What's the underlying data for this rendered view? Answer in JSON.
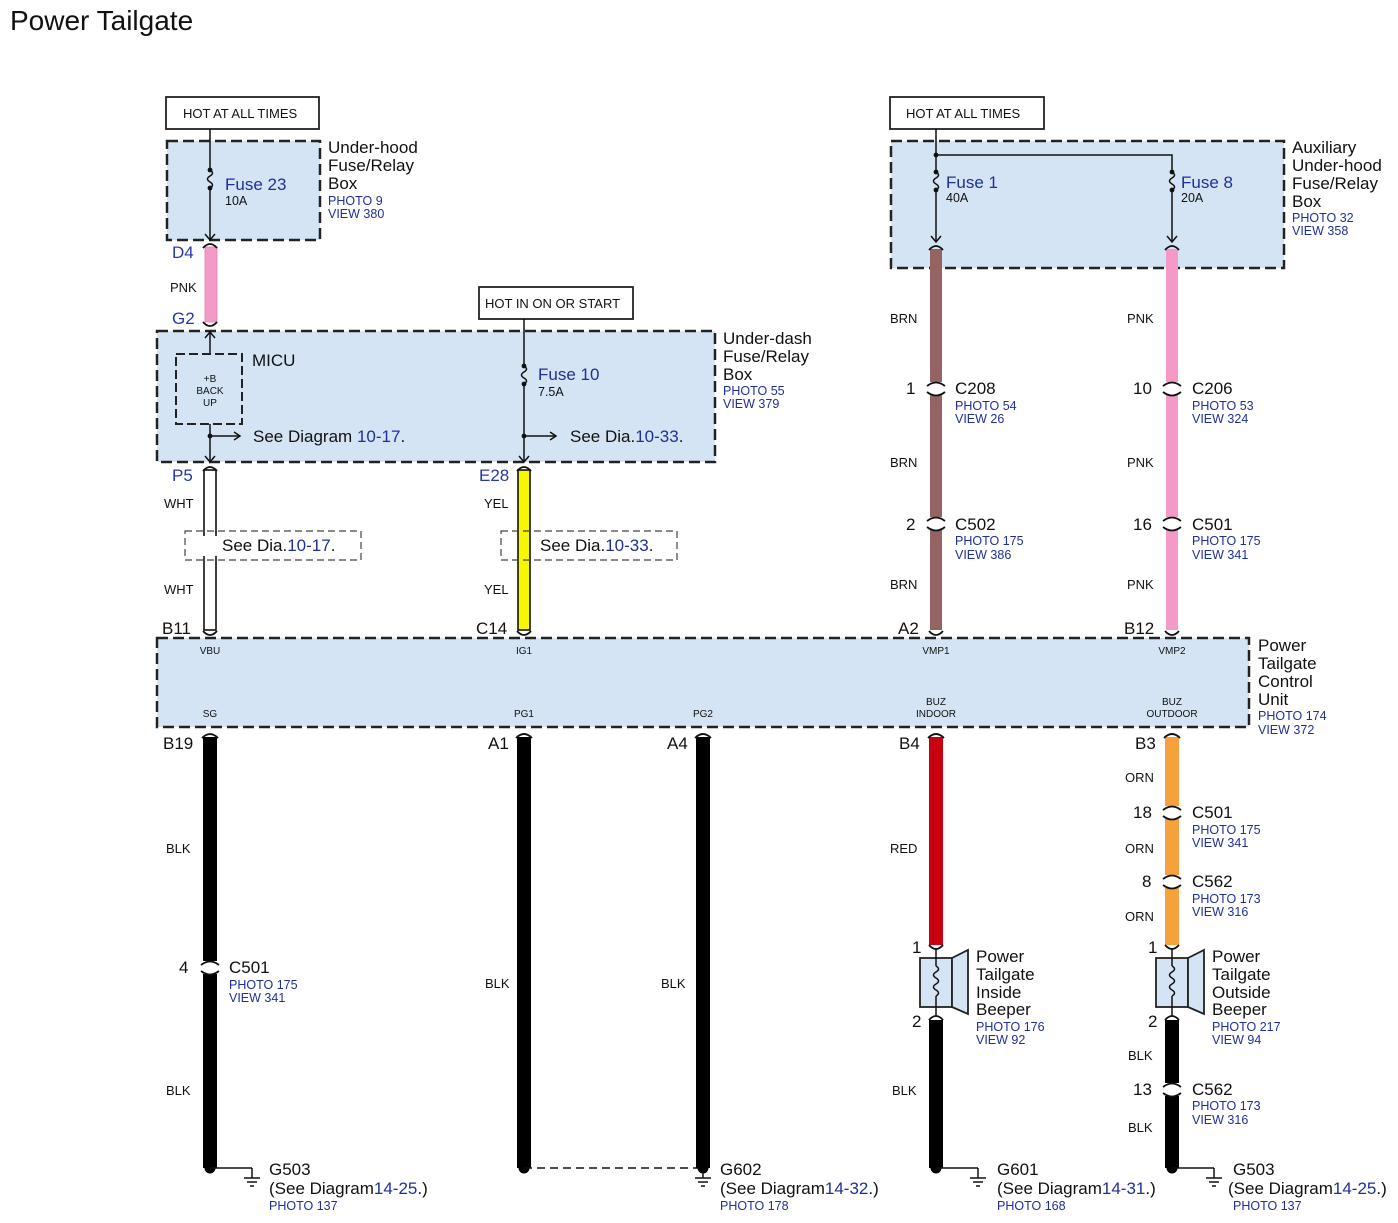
{
  "title": "Power Tailgate",
  "hot_labels": {
    "left": "HOT AT ALL TIMES",
    "right": "HOT AT ALL TIMES",
    "mid": "HOT IN ON OR START"
  },
  "underhood_box": {
    "name_lines": [
      "Under-hood",
      "Fuse/Relay",
      "Box"
    ],
    "photo": "PHOTO 9",
    "view": "VIEW 380",
    "fuse_name": "Fuse 23",
    "fuse_rating": "10A",
    "out_pin": "D4"
  },
  "aux_box": {
    "name_lines": [
      "Auxiliary",
      "Under-hood",
      "Fuse/Relay",
      "Box"
    ],
    "photo": "PHOTO 32",
    "view": "VIEW 358",
    "fuse1_name": "Fuse 1",
    "fuse1_rating": "40A",
    "fuse8_name": "Fuse 8",
    "fuse8_rating": "20A"
  },
  "underdash_box": {
    "name_lines": [
      "Under-dash",
      "Fuse/Relay",
      "Box"
    ],
    "photo": "PHOTO 55",
    "view": "VIEW 379",
    "micu_label": "MICU",
    "backup_lines": [
      "+B",
      "BACK",
      "UP"
    ],
    "fuse_name": "Fuse 10",
    "fuse_rating": "7.5A",
    "in_pin": "G2",
    "out_pin_left": "P5",
    "out_pin_mid": "E28",
    "see1_prefix": "See Diagram",
    "see1_ref": "10-17",
    "see2_prefix": "See Dia.",
    "see2_ref": "10-33",
    "period": "."
  },
  "wires": {
    "pnk_top": "PNK",
    "wht_1": "WHT",
    "wht_2": "WHT",
    "yel_1": "YEL",
    "yel_2": "YEL",
    "brn_1": "BRN",
    "brn_2": "BRN",
    "brn_3": "BRN",
    "pnk_1": "PNK",
    "pnk_2": "PNK",
    "pnk_3": "PNK",
    "blk_sg_1": "BLK",
    "blk_sg_2": "BLK",
    "blk_pg1": "BLK",
    "blk_pg2": "BLK",
    "red": "RED",
    "blk_in": "BLK",
    "orn_1": "ORN",
    "orn_2": "ORN",
    "orn_3": "ORN",
    "blk_out_1": "BLK",
    "blk_out_2": "BLK"
  },
  "see_boxes": {
    "wht_prefix": "See Dia.",
    "wht_ref": "10-17",
    "yel_prefix": "See Dia.",
    "yel_ref": "10-33",
    "period": "."
  },
  "connectors": {
    "c208": {
      "pin": "1",
      "name": "C208",
      "photo": "PHOTO 54",
      "view": "VIEW 26"
    },
    "c206": {
      "pin": "10",
      "name": "C206",
      "photo": "PHOTO 53",
      "view": "VIEW 324"
    },
    "c502": {
      "pin": "2",
      "name": "C502",
      "photo": "PHOTO 175",
      "view": "VIEW 386"
    },
    "c501_top": {
      "pin": "16",
      "name": "C501",
      "photo": "PHOTO 175",
      "view": "VIEW 341"
    },
    "c501_sg": {
      "pin": "4",
      "name": "C501",
      "photo": "PHOTO 175",
      "view": "VIEW 341"
    },
    "c501_orn": {
      "pin": "18",
      "name": "C501",
      "photo": "PHOTO 175",
      "view": "VIEW 341"
    },
    "c562_orn": {
      "pin": "8",
      "name": "C562",
      "photo": "PHOTO 173",
      "view": "VIEW 316"
    },
    "c562_blk": {
      "pin": "13",
      "name": "C562",
      "photo": "PHOTO 173",
      "view": "VIEW 316"
    }
  },
  "ptcu": {
    "name_lines": [
      "Power",
      "Tailgate",
      "Control",
      "Unit"
    ],
    "photo": "PHOTO 174",
    "view": "VIEW 372",
    "top_pins": [
      {
        "pin": "B11",
        "terminal": "VBU"
      },
      {
        "pin": "C14",
        "terminal": "IG1"
      },
      {
        "pin": "A2",
        "terminal": "VMP1"
      },
      {
        "pin": "B12",
        "terminal": "VMP2"
      }
    ],
    "bottom_pins": [
      {
        "pin": "B19",
        "terminal": "SG"
      },
      {
        "pin": "A1",
        "terminal": "PG1"
      },
      {
        "pin": "A4",
        "terminal": "PG2"
      },
      {
        "pin": "B4",
        "terminal": "BUZ",
        "terminal2": "INDOOR"
      },
      {
        "pin": "B3",
        "terminal": "BUZ",
        "terminal2": "OUTDOOR"
      }
    ]
  },
  "beepers": {
    "inside": {
      "name_lines": [
        "Power",
        "Tailgate",
        "Inside",
        "Beeper"
      ],
      "photo": "PHOTO 176",
      "view": "VIEW 92",
      "pin_top": "1",
      "pin_bottom": "2"
    },
    "outside": {
      "name_lines": [
        "Power",
        "Tailgate",
        "Outside",
        "Beeper"
      ],
      "photo": "PHOTO 217",
      "view": "VIEW 94",
      "pin_top": "1",
      "pin_bottom": "2"
    }
  },
  "grounds": {
    "g503_left": {
      "name": "G503",
      "see_prefix": "(See Diagram",
      "ref": "14-25",
      "suffix": ".)",
      "photo": "PHOTO 137"
    },
    "g602": {
      "name": "G602",
      "see_prefix": "(See Diagram",
      "ref": "14-32",
      "suffix": ".)",
      "photo": "PHOTO 178"
    },
    "g601": {
      "name": "G601",
      "see_prefix": "(See Diagram",
      "ref": "14-31",
      "suffix": ".)",
      "photo": "PHOTO 168"
    },
    "g503_right": {
      "name": "G503",
      "see_prefix": "(See Diagram",
      "ref": "14-25",
      "suffix": ".)",
      "photo": "PHOTO 137"
    }
  },
  "colors": {
    "pnk": "#f49ac6",
    "brn": "#946464",
    "yel": "#f7f700",
    "red": "#c8000f",
    "orn": "#f5a23c",
    "blk": "#000000",
    "box_fill": "#d4e4f4",
    "ref_blue": "#1f2f9a"
  }
}
